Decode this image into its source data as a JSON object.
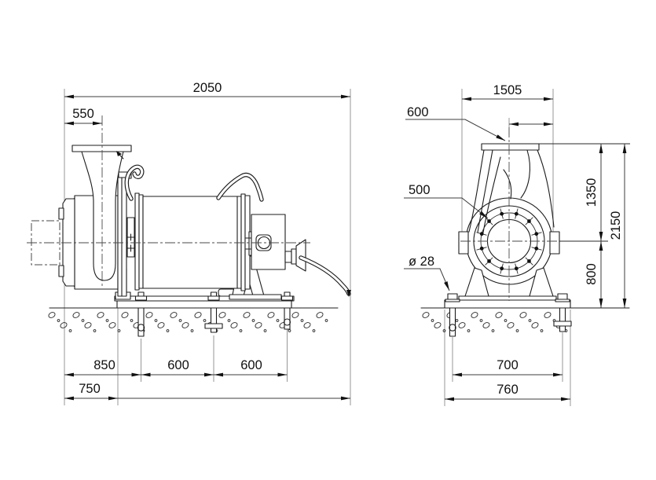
{
  "drawing": {
    "background": "#ffffff",
    "line_color": "#1c1c1c",
    "dimension_color": "#3c3c3c"
  },
  "side_view": {
    "dims": {
      "overall_length": "2050",
      "discharge_center_offset": "550",
      "anchor_span_rear": "850",
      "anchor_span_middle": "600",
      "anchor_span_front": "600",
      "baseplate_offset": "750"
    }
  },
  "front_view": {
    "dims": {
      "overall_width": "1505",
      "discharge_flange_offset": "600",
      "suction_flange_diameter": "500",
      "anchor_bolt_diameter": "ø 28",
      "center_height": "1350",
      "overall_height": "2150",
      "foundation_height": "800",
      "anchor_bolt_span": "700",
      "baseplate_width": "760"
    }
  }
}
